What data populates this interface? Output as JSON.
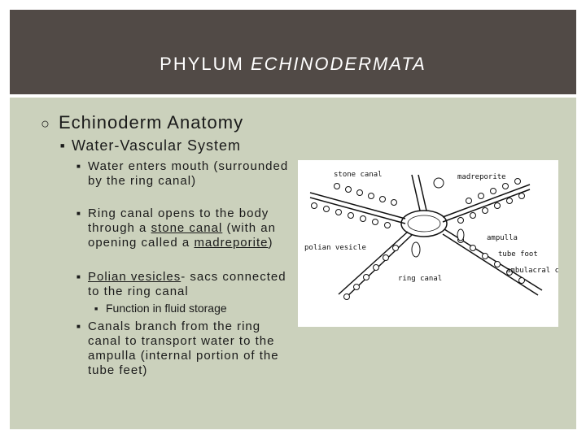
{
  "title": {
    "prefix": "PHYLUM",
    "italic": "ECHINODERMATA"
  },
  "bullets": {
    "l1": "Echinoderm Anatomy",
    "l2": "Water-Vascular System",
    "b1": "Water enters mouth (surrounded by the ring canal)",
    "b2_a": "Ring canal opens to the body through a ",
    "b2_link1": "stone canal",
    "b2_b": " (with an opening called a ",
    "b2_link2": "madreporite",
    "b2_c": ")",
    "b3_link": "Polian vesicles",
    "b3_rest": "- sacs connected to the ring canal",
    "sub1": "Function in fluid storage",
    "b4": "Canals branch from the ring canal to transport water to the ampulla (internal portion of the tube feet)"
  },
  "diagram_labels": {
    "stone_canal": "stone canal",
    "madreporite": "madreporite",
    "polian_vesicle": "polian vesicle",
    "ampulla": "ampulla",
    "tube_foot": "tube foot",
    "ambulacral_canal": "ambulacral canal",
    "ring_canal": "ring canal"
  },
  "colors": {
    "title_bar": "#514a46",
    "slide": "#cbd1bc"
  }
}
